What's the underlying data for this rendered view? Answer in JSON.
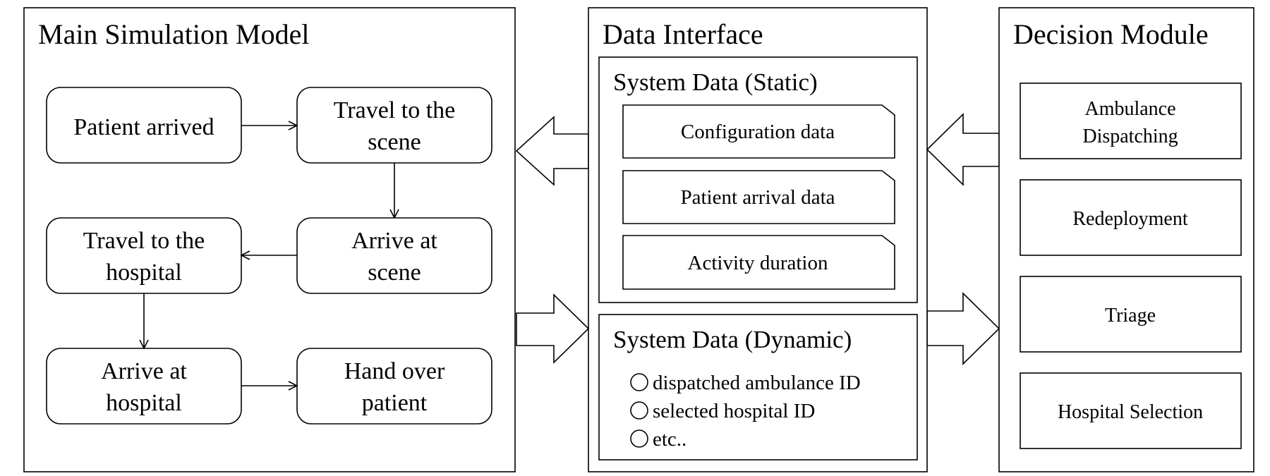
{
  "main_model": {
    "title": "Main Simulation Model",
    "nodes": {
      "patient_arrived": [
        "Patient arrived"
      ],
      "travel_scene": [
        "Travel to the",
        "scene"
      ],
      "travel_hospital": [
        "Travel to the",
        "hospital"
      ],
      "arrive_scene": [
        "Arrive at",
        "scene"
      ],
      "arrive_hospital": [
        "Arrive at",
        "hospital"
      ],
      "hand_over": [
        "Hand over",
        "patient"
      ]
    }
  },
  "data_interface": {
    "title": "Data Interface",
    "static": {
      "title": "System Data (Static)",
      "items": [
        "Configuration data",
        "Patient arrival data",
        "Activity duration"
      ]
    },
    "dynamic": {
      "title": "System Data (Dynamic)",
      "items": [
        "dispatched ambulance ID",
        "selected hospital ID",
        "etc.."
      ]
    }
  },
  "decision_module": {
    "title": "Decision Module",
    "items": {
      "ambulance_dispatching": [
        "Ambulance",
        "Dispatching"
      ],
      "redeployment": [
        "Redeployment"
      ],
      "triage": [
        "Triage"
      ],
      "hospital_selection": [
        "Hospital Selection"
      ]
    }
  }
}
